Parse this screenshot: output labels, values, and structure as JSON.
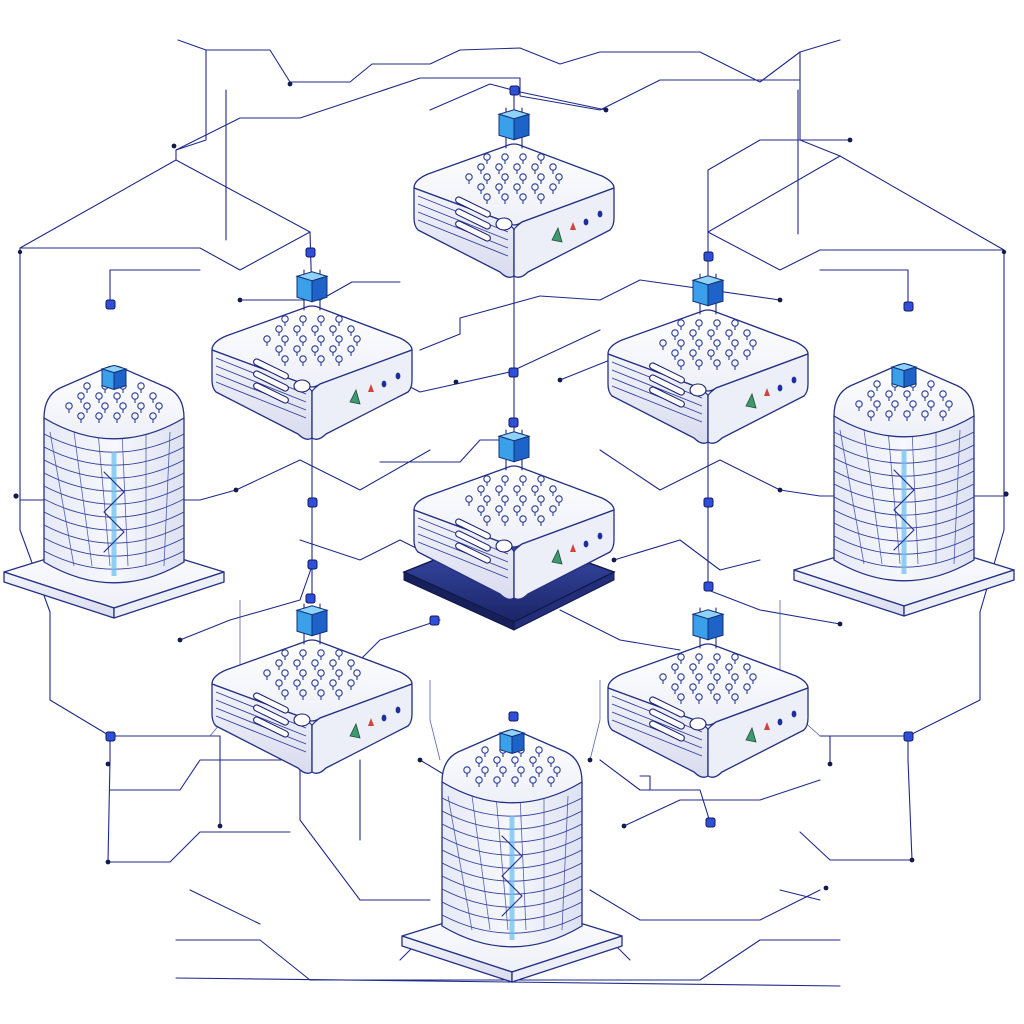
{
  "colors": {
    "background": "#ffffff",
    "line": "#1f2a8a",
    "cube_light": "#8fd3f7",
    "cube_mid": "#3aa0ea",
    "cube_dark": "#1d63c8",
    "base_plate": "#2a3a8f",
    "status_green": "#3e9a6e",
    "status_red": "#d2443b",
    "status_blue": "#1c2f9a"
  },
  "nodes": [
    {
      "kind": "router",
      "icon": "cube-icon"
    },
    {
      "kind": "router",
      "icon": "cube-icon"
    },
    {
      "kind": "router",
      "icon": "cube-icon"
    },
    {
      "kind": "router",
      "icon": "cube-icon",
      "highlighted": true
    },
    {
      "kind": "router",
      "icon": "cube-icon"
    },
    {
      "kind": "router",
      "icon": "cube-icon"
    },
    {
      "kind": "tower",
      "icon": "cube-icon"
    },
    {
      "kind": "tower",
      "icon": "cube-icon"
    },
    {
      "kind": "tower",
      "icon": "cube-icon"
    }
  ]
}
